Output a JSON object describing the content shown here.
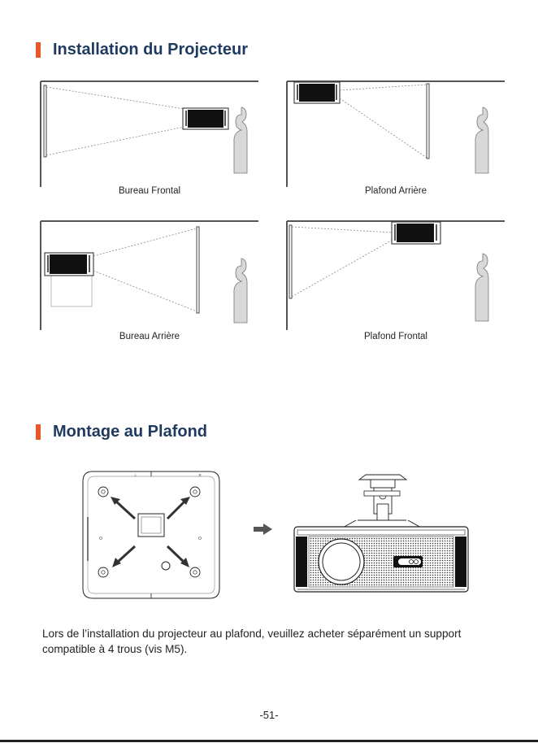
{
  "colors": {
    "accent": "#e8572a",
    "heading": "#1f3a5f",
    "text": "#231f20"
  },
  "sections": {
    "installation": {
      "title": "Installation du Projecteur"
    },
    "ceiling_mount": {
      "title": "Montage au Plafond"
    }
  },
  "installation_panels": [
    {
      "caption": "Bureau Frontal"
    },
    {
      "caption": "Plafond Arrière"
    },
    {
      "caption": "Bureau Arrière"
    },
    {
      "caption": "Plafond Frontal"
    }
  ],
  "mounting_text": "Lors de l’installation du projecteur au plafond, veuillez acheter séparément un support compatible à 4 trous (vis M5).",
  "page_number": "-51-"
}
